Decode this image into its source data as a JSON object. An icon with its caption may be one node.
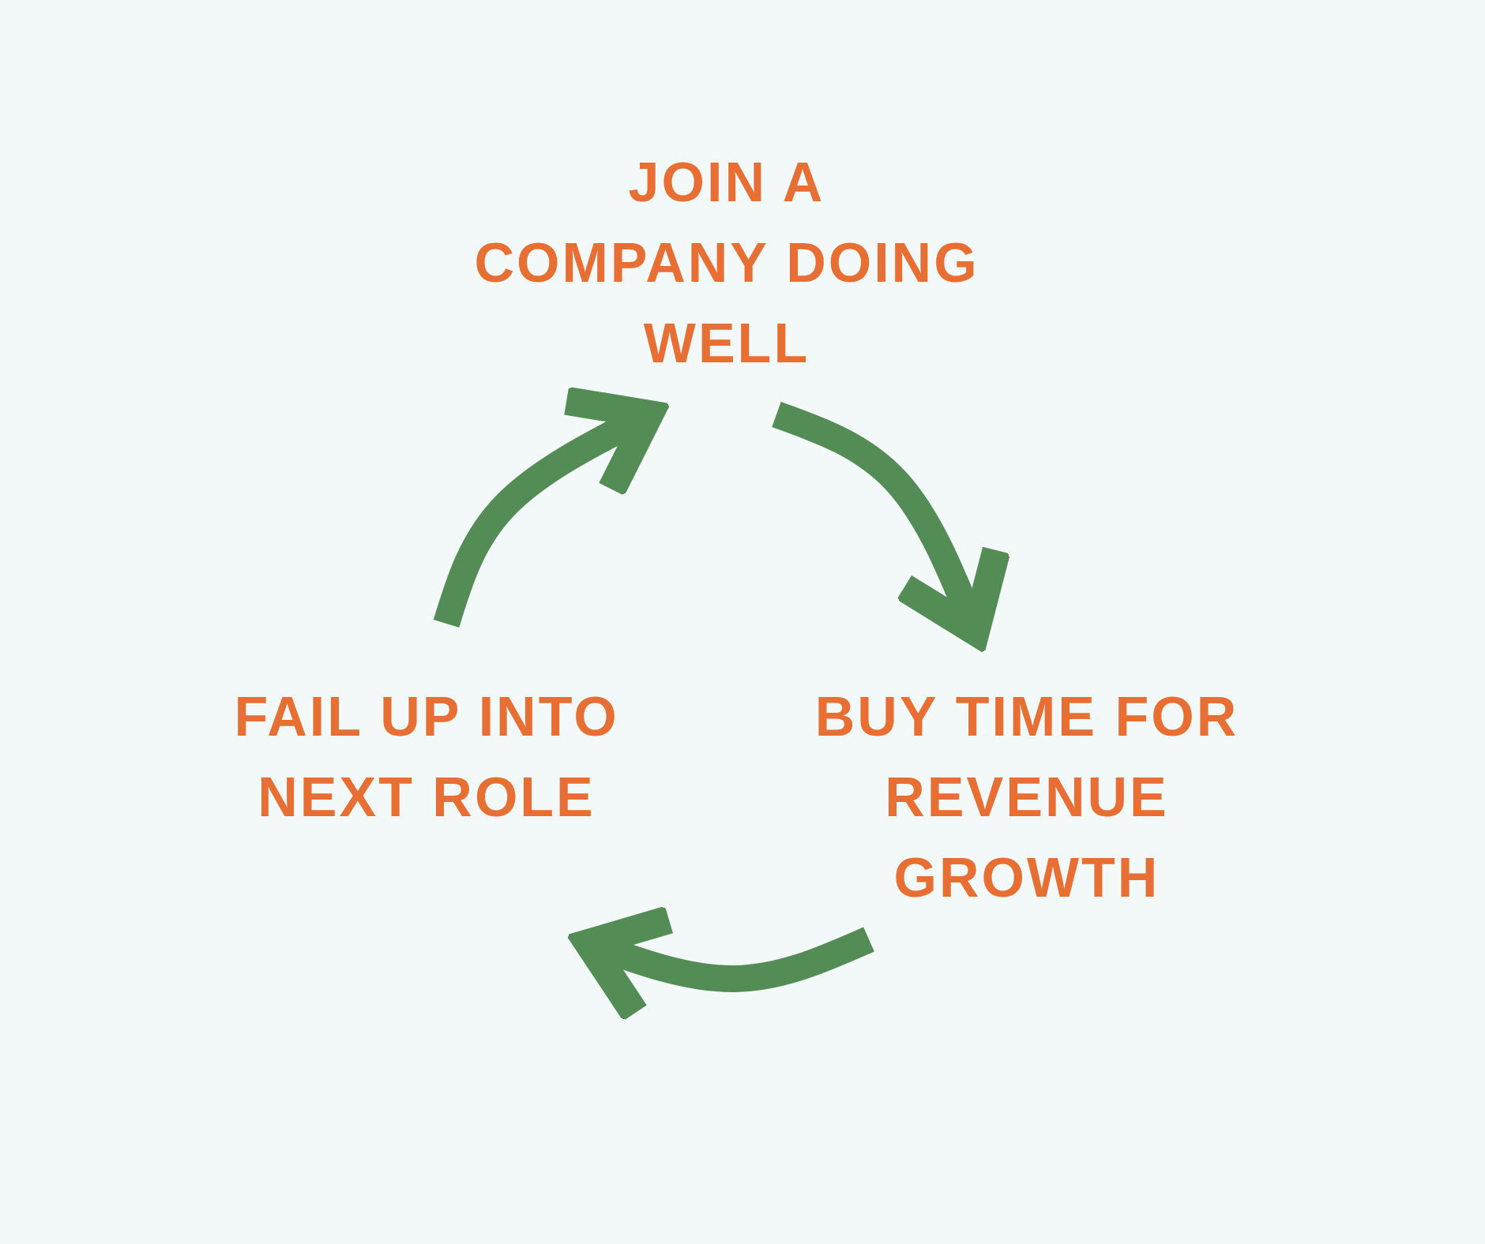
{
  "diagram": {
    "nodes": [
      {
        "text": [
          "JOIN A COMPANY DOING WELL"
        ]
      },
      {
        "text": [
          "BUY TIME FOR REVENUE GROWTH"
        ]
      },
      {
        "text": [
          "FAIL UP INTO NEXT ROLE"
        ]
      }
    ],
    "edges": [
      {
        "from": 0,
        "to": 1,
        "arrow": "to"
      },
      {
        "from": 1,
        "to": 2,
        "arrow": "to"
      },
      {
        "from": 2,
        "to": 0,
        "arrow": "to"
      }
    ]
  }
}
